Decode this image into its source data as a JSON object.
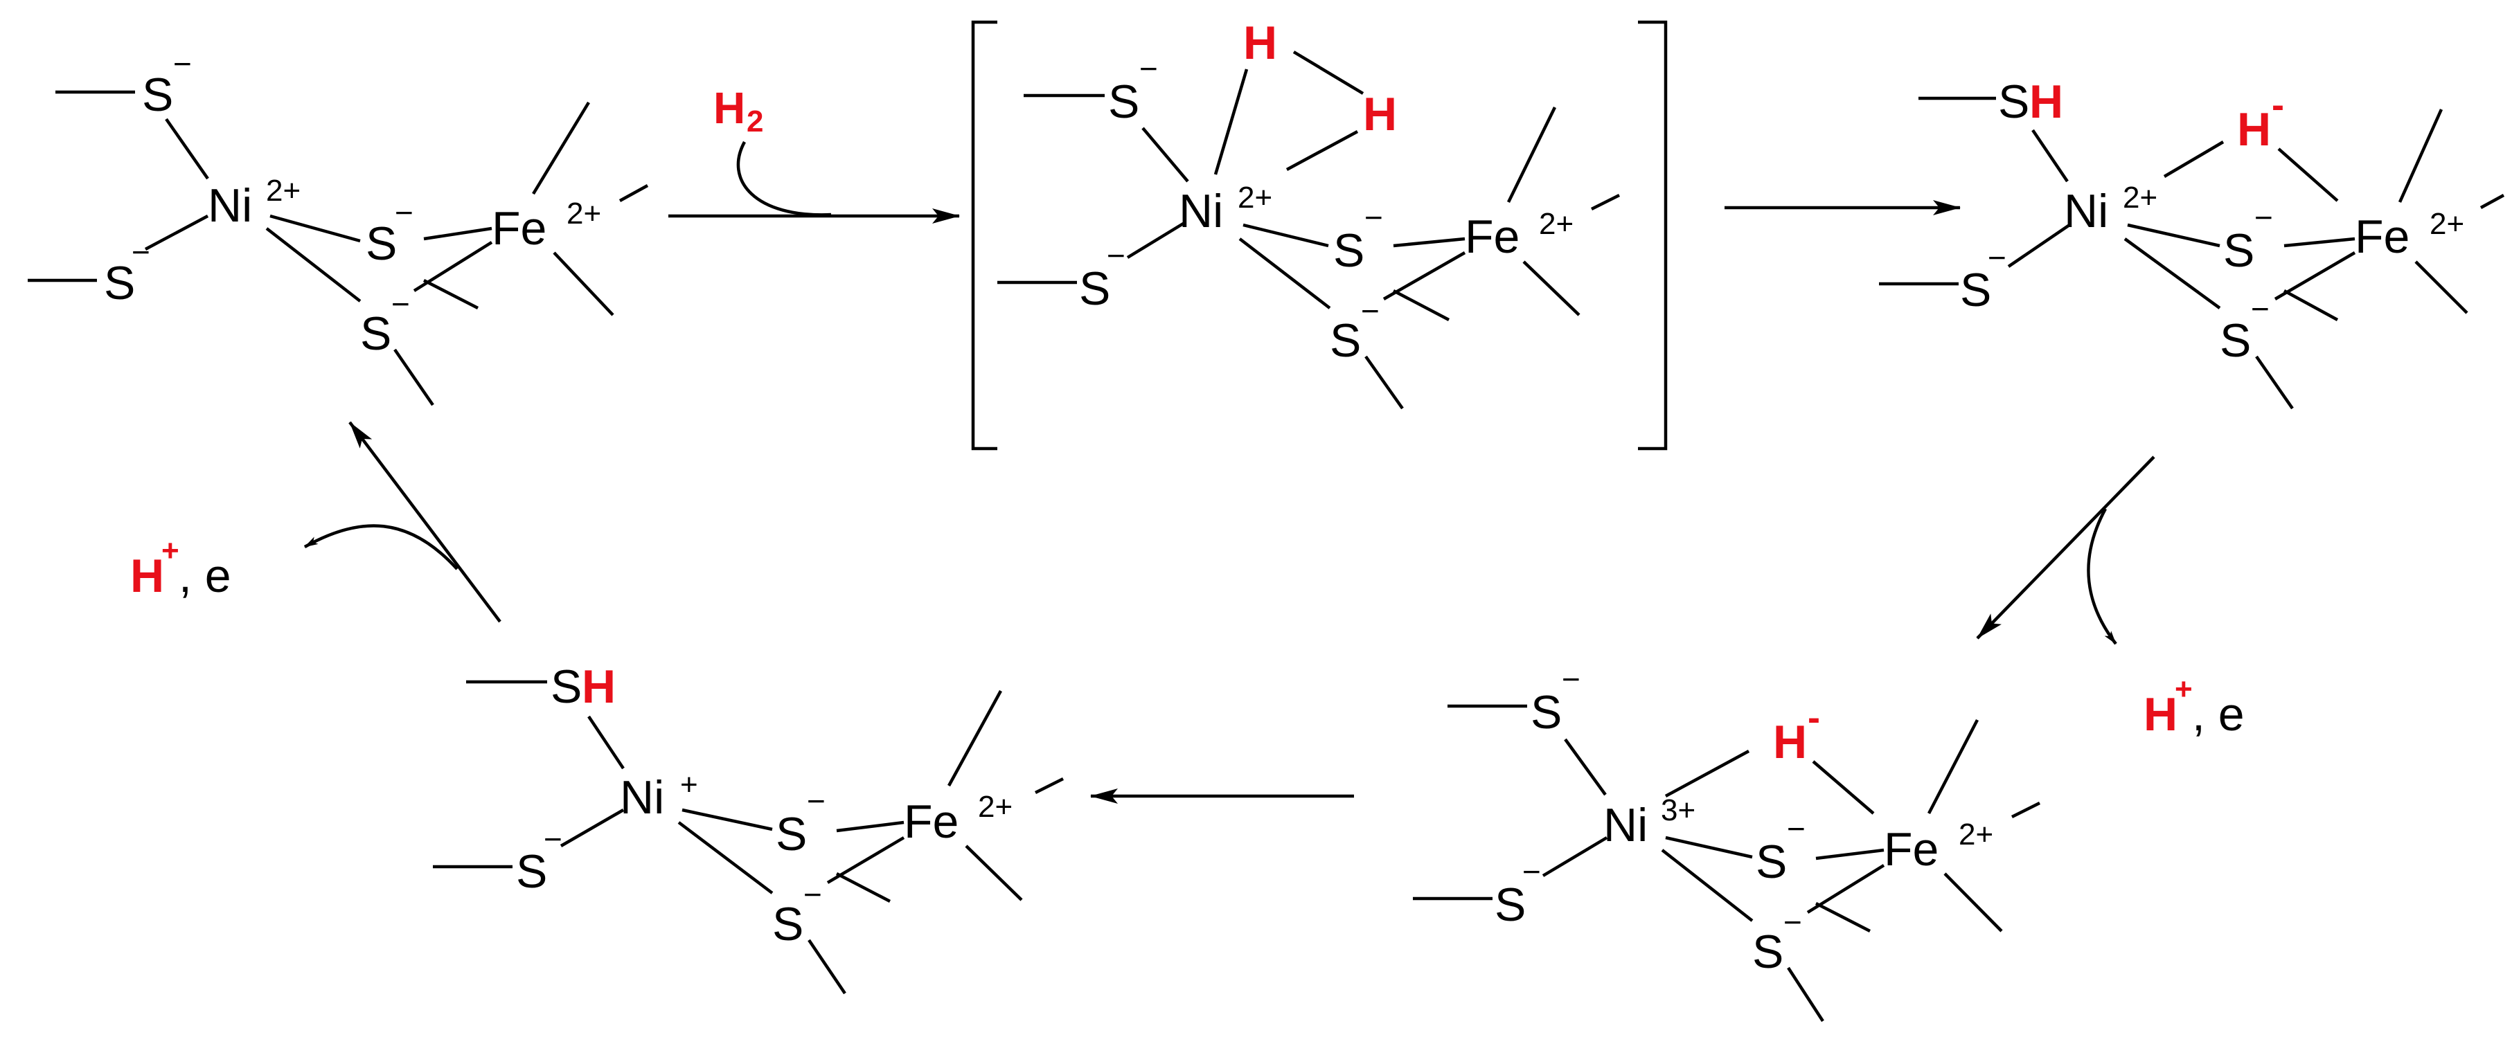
{
  "colors": {
    "ink": "#000000",
    "accent": "#e8101a",
    "background": "#ffffff"
  },
  "labels": {
    "S": "S",
    "minus": "−",
    "ni": "Ni",
    "fe": "Fe",
    "h": "H",
    "h_minus": "-",
    "plus": "+",
    "charge_2plus": "2+",
    "charge_3plus": "3+",
    "charge_plus": "+",
    "h2": "H",
    "h2_sub": "2",
    "release_h": "H",
    "release_plus": "+",
    "release_e": ", e"
  },
  "species": [
    {
      "id": "ni2-resting",
      "ni_charge": "2+",
      "fe_charge": "2+"
    },
    {
      "id": "h2-adduct",
      "ni_charge": "2+",
      "fe_charge": "2+"
    },
    {
      "id": "hydride-sh",
      "ni_charge": "2+",
      "fe_charge": "2+"
    },
    {
      "id": "ni3-hydride",
      "ni_charge": "3+",
      "fe_charge": "2+"
    },
    {
      "id": "ni1-sh",
      "ni_charge": "+",
      "fe_charge": "2+"
    }
  ]
}
